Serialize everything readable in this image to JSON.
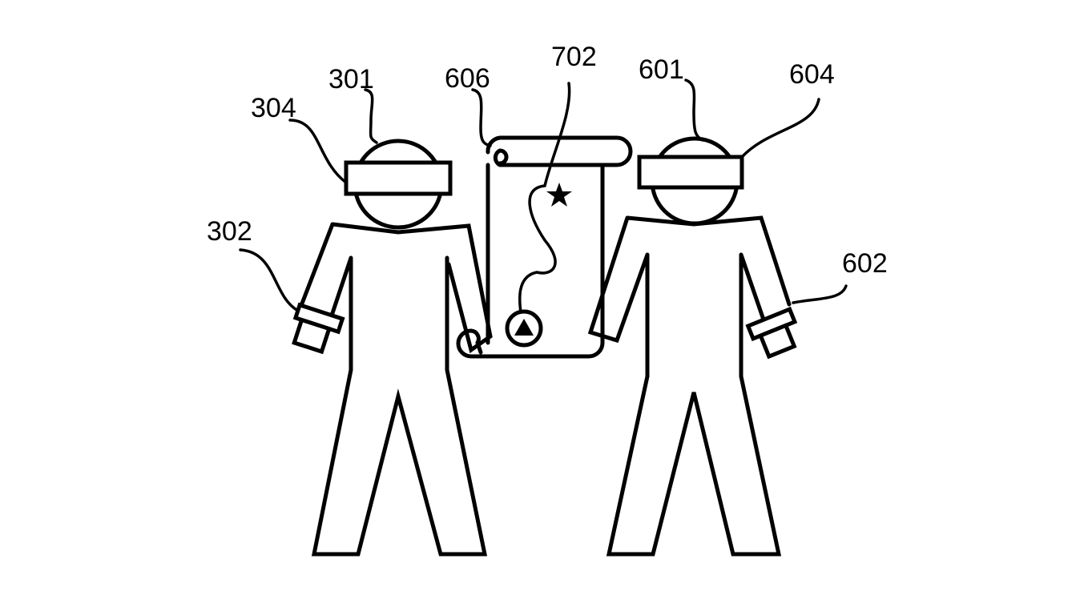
{
  "figure": {
    "labels": {
      "user_1": "301",
      "user_1_headset": "304",
      "user_1_wrist_device": "302",
      "user_2": "601",
      "user_2_headset": "604",
      "user_2_wrist_device": "602",
      "shared_map": "606",
      "map_marker": "702"
    },
    "colors": {
      "stroke": "#000000",
      "background": "#ffffff"
    }
  }
}
